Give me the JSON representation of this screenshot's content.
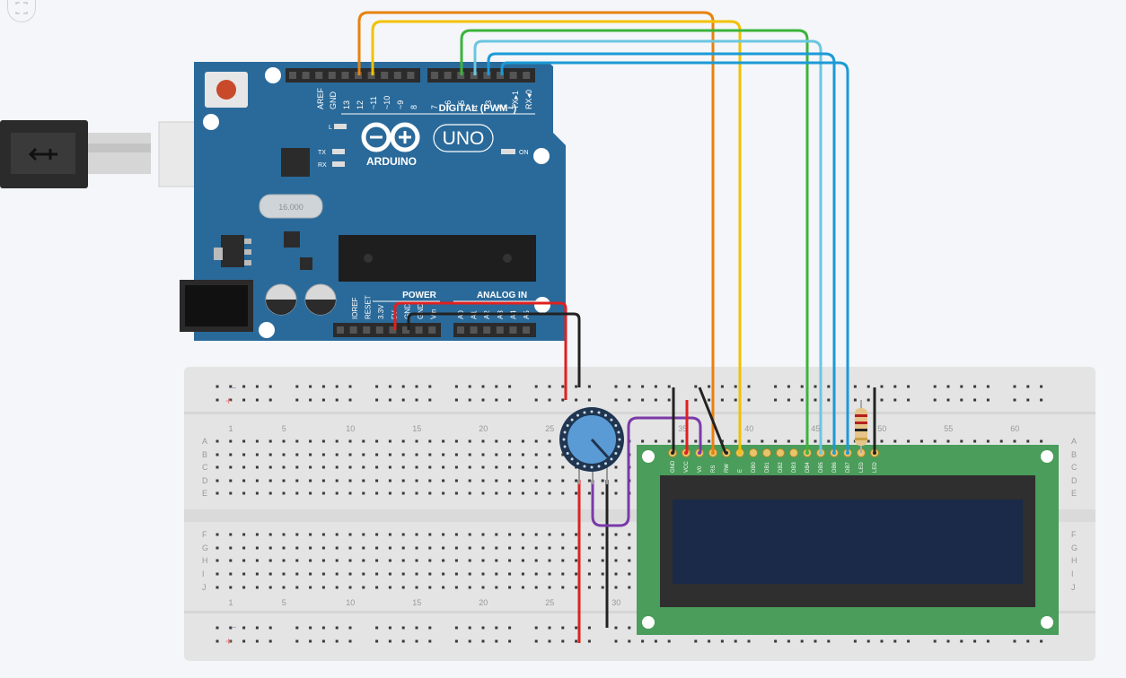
{
  "toolbar": {
    "fit_icon": "fit-to-view-icon"
  },
  "arduino": {
    "logo": "ARDUINO",
    "model": "UNO",
    "digital_header": "DIGITAL (PWM~)",
    "digital_pins": [
      "AREF",
      "GND",
      "13",
      "12",
      "~11",
      "~10",
      "~9",
      "8",
      "7",
      "~6",
      "~5",
      "4",
      "~3",
      "2",
      "TX▸1",
      "RX◂0"
    ],
    "led_l": "L",
    "led_tx": "TX",
    "led_rx": "RX",
    "led_on": "ON",
    "crystal": "16.000",
    "power_label": "POWER",
    "analog_label": "ANALOG IN",
    "power_pins": [
      "IOREF",
      "RESET",
      "3.3V",
      "5V",
      "GND",
      "GND",
      "Vin"
    ],
    "analog_pins": [
      "A0",
      "A1",
      "A2",
      "A3",
      "A4",
      "A5"
    ]
  },
  "breadboard": {
    "rail_minus": "−",
    "rail_plus": "+",
    "column_numbers": [
      "1",
      "5",
      "10",
      "15",
      "20",
      "25",
      "30",
      "35",
      "40",
      "45",
      "50",
      "55",
      "60"
    ],
    "rows_top": [
      "A",
      "B",
      "C",
      "D",
      "E"
    ],
    "rows_bottom": [
      "F",
      "G",
      "H",
      "I",
      "J"
    ]
  },
  "lcd": {
    "pins": [
      "GND",
      "VCC",
      "V0",
      "RS",
      "RW",
      "E",
      "DB0",
      "DB1",
      "DB2",
      "DB3",
      "DB4",
      "DB5",
      "DB6",
      "DB7",
      "LED",
      "LED"
    ]
  },
  "colors": {
    "board_blue": "#2a6a9a",
    "wire_orange": "#e8820c",
    "wire_yellow": "#f2c100",
    "wire_green": "#3cb43c",
    "wire_lightblue": "#6cc6e0",
    "wire_blue": "#1c9ad6",
    "wire_red": "#e02020",
    "wire_black": "#222222",
    "wire_purple": "#7a3aa8",
    "lcd_pcb": "#4a9d5a",
    "lcd_screen": "#1b2a48"
  }
}
